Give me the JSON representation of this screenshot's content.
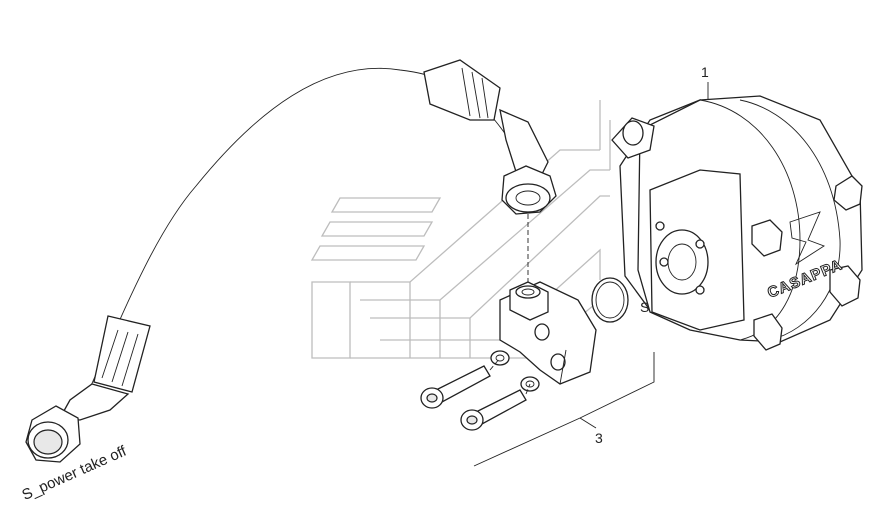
{
  "drawing": {
    "callouts": [
      "1",
      "3",
      "S"
    ],
    "caption": "S_power take off",
    "brand_text": "CASAPPA"
  },
  "icons": {
    "watermark": "company-logo-watermark-icon"
  }
}
